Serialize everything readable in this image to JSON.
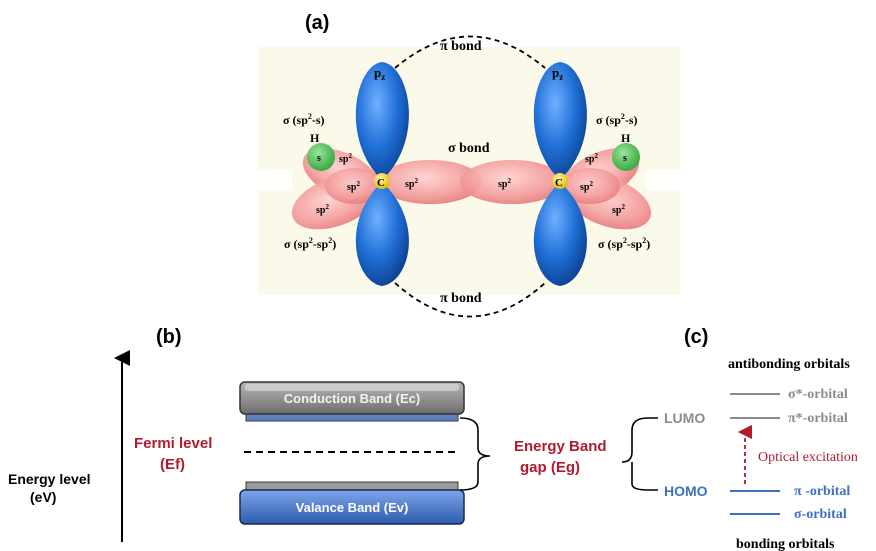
{
  "panel_a": {
    "label": "(a)",
    "pi_bond_top": "π bond",
    "pi_bond_bottom": "π bond",
    "sigma_bond": "σ bond",
    "pz_left": "p",
    "pz_right": "p",
    "pz_sub": "z",
    "carbon": "C",
    "hydrogen": "H",
    "s_orbital": "s",
    "sp2": "sp",
    "sp2_sup": "2",
    "sigma_sp2_s_prefix": "σ (sp",
    "sigma_sp2_s_suffix": "-s)",
    "sigma_sp2_sp2_prefix": "σ (sp",
    "sigma_sp2_sp2_mid": "-sp",
    "sigma_sp2_sp2_suffix": ")",
    "colors": {
      "pz_lobe": "#1f6fd6",
      "sp2_lobe": "#f07a7a",
      "s_orbital": "#3fb54a",
      "carbon": "#f5d000",
      "background": "#fbfaea"
    }
  },
  "panel_b": {
    "label": "(b)",
    "axis_label_line1": "Energy level",
    "axis_label_line2": "(eV)",
    "conduction_band": "Conduction Band (Ec)",
    "valence_band": "Valance Band (Ev)",
    "fermi_line1": "Fermi level",
    "fermi_line2": "(Ef)",
    "gap_line1": "Energy Band",
    "gap_line2": "gap (Eg)",
    "colors": {
      "conduction": "#8a8a8a",
      "valence": "#3e6fc4",
      "label_red": "#b01c2e"
    }
  },
  "panel_c": {
    "label": "(c)",
    "antibonding": "antibonding orbitals",
    "bonding": "bonding orbitals",
    "sigma_star": "σ*-orbital",
    "pi_star": "π*-orbital",
    "lumo": "LUMO",
    "homo": "HOMO",
    "pi": "π -orbital",
    "sigma": "σ-orbital",
    "optical_excitation": "Optical excitation",
    "colors": {
      "antibonding_gray": "#8c8c8c",
      "bonding_blue": "#3e6fc4",
      "excitation_red": "#b01c2e"
    }
  }
}
